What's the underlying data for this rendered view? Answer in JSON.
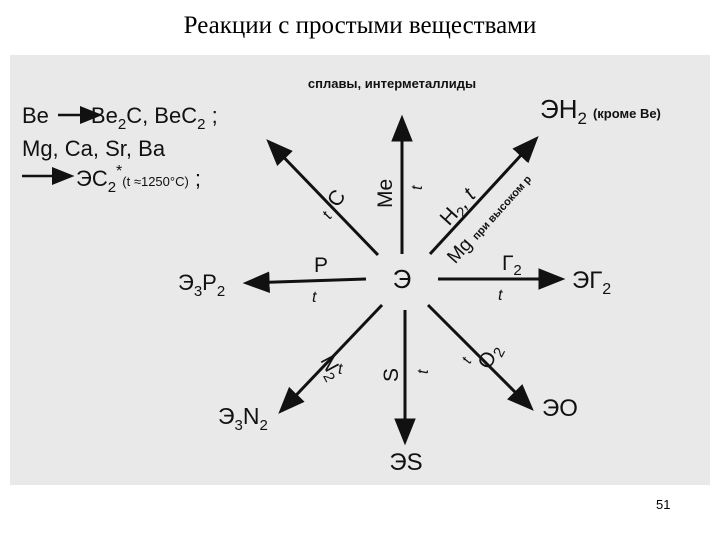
{
  "slide": {
    "title": "Реакции с простыми веществами",
    "page_number": "51"
  },
  "scheme": {
    "center": "Э",
    "top": {
      "note": "сплавы, интерметаллиды",
      "reagent": "Me",
      "condition": "t"
    },
    "top_right": {
      "product": "ЭН",
      "product_sub": "2",
      "product_note": "(кроме Be)",
      "reagent": "H",
      "reagent_sub": "2",
      "condition": ", t",
      "note_mg": "Mg",
      "note_mg_text": "при высоком p"
    },
    "right": {
      "reagent": "Г",
      "reagent_sub": "2",
      "condition": "t",
      "product": "ЭГ",
      "product_sub": "2"
    },
    "bottom_right": {
      "reagent": "O",
      "reagent_sub": "2",
      "condition": "t",
      "product": "ЭО"
    },
    "bottom": {
      "reagent": "S",
      "condition": "t",
      "product": "ЭS"
    },
    "bottom_left": {
      "reagent": "N",
      "reagent_sub": "2",
      "condition": "t",
      "product": "Э",
      "product_sub1": "3",
      "product_mid": "N",
      "product_sub2": "2"
    },
    "left": {
      "reagent": "P",
      "condition": "t",
      "product": "Э",
      "product_sub1": "3",
      "product_mid": "P",
      "product_sub2": "2"
    },
    "top_left": {
      "reagent": "C",
      "condition": "t",
      "line1_left": "Be",
      "line1_right": "Be",
      "line1_sub1": "2",
      "line1_mid": "C, BeC",
      "line1_sub2": "2",
      "line1_end": " ;",
      "line2": "Mg, Ca, Sr, Ba",
      "line3_prefix": "ЭC",
      "line3_sub": "2",
      "line3_star": "*",
      "line3_cond": "(t ≈1250°C)",
      "line3_end": " ;"
    }
  }
}
